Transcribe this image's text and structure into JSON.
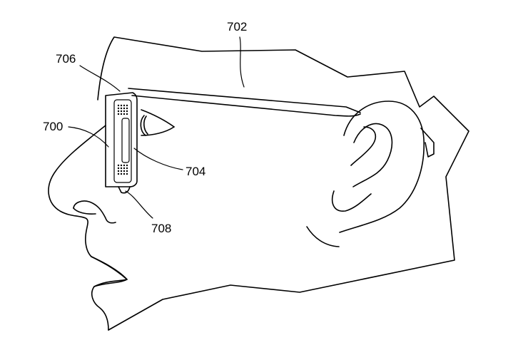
{
  "figure": {
    "labels": {
      "ref_700": "700",
      "ref_702": "702",
      "ref_704": "704",
      "ref_706": "706",
      "ref_708": "708"
    }
  }
}
